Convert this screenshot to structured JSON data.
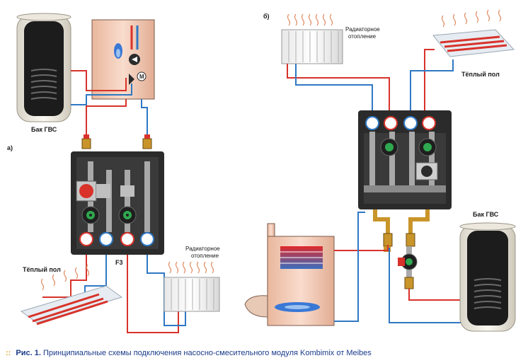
{
  "diagram": {
    "labels": {
      "scheme_a": "а)",
      "scheme_b": "б)",
      "tank_a": "Бак ГВС",
      "tank_b": "Бак ГВС",
      "floor_a": "Тёплый пол",
      "floor_b": "Тёплый пол",
      "radiator_a_line1": "Радиаторное",
      "radiator_a_line2": "отопление",
      "radiator_b_line1": "Радиаторное",
      "radiator_b_line2": "отопление",
      "f3": "F3",
      "motor_symbol": "M"
    },
    "colors": {
      "supply": "#d8322a",
      "return": "#2f78c4",
      "module_dark": "#2b2b2b",
      "boiler_fill": "#f3d2c0",
      "tank_dark": "#1c1c1c",
      "flame": "#3a78d6"
    }
  },
  "caption": {
    "prefix": "Рис. 1.",
    "text": "Принципиальные схемы подключения насосно-смесительного модуля Kombimix от Meibes"
  }
}
